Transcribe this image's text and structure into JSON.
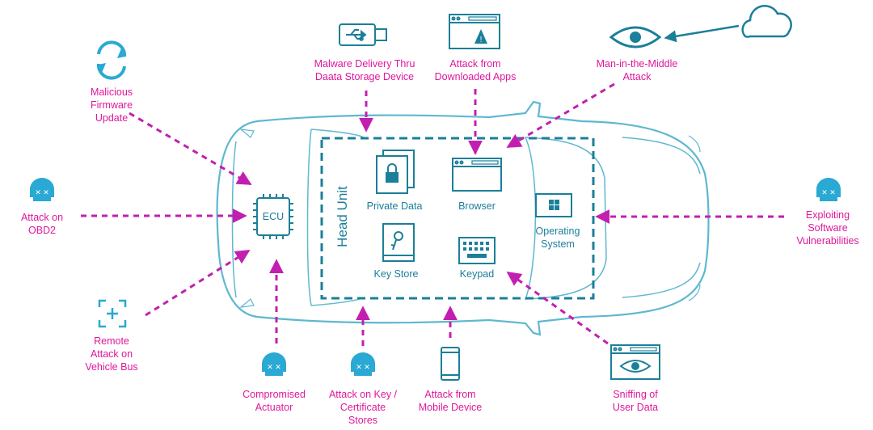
{
  "vehicle": {
    "ecu_label": "ECU",
    "head_unit_label": "Head Unit",
    "components": [
      {
        "id": "private-data",
        "label": "Private Data",
        "icon": "padlock-document-icon"
      },
      {
        "id": "browser",
        "label": "Browser",
        "icon": "browser-window-icon"
      },
      {
        "id": "operating-system",
        "label": "Operating\nSystem",
        "icon": "windows-logo-icon"
      },
      {
        "id": "key-store",
        "label": "Key Store",
        "icon": "key-document-icon"
      },
      {
        "id": "keypad",
        "label": "Keypad",
        "icon": "keyboard-icon"
      }
    ]
  },
  "attacks": [
    {
      "id": "malicious-firmware",
      "label": "Malicious\nFirmware\nUpdate",
      "icon": "refresh-cycle-icon"
    },
    {
      "id": "obd2",
      "label": "Attack on\nOBD2",
      "icon": "skull-icon"
    },
    {
      "id": "vehicle-bus",
      "label": "Remote\nAttack on\nVehicle Bus",
      "icon": "crosshair-plus-icon"
    },
    {
      "id": "compromised-actuator",
      "label": "Compromised\nActuator",
      "icon": "skull-icon"
    },
    {
      "id": "key-certificate",
      "label": "Attack on Key /\nCertificate\nStores",
      "icon": "skull-icon"
    },
    {
      "id": "mobile-device",
      "label": "Attack from\nMobile Device",
      "icon": "smartphone-icon"
    },
    {
      "id": "sniffing",
      "label": "Sniffing of\nUser Data",
      "icon": "eye-window-icon"
    },
    {
      "id": "software-vuln",
      "label": "Exploiting\nSoftware\nVulnerabilities",
      "icon": "skull-icon"
    },
    {
      "id": "mitm",
      "label": "Man-in-the-Middle\nAttack",
      "icon": "eye-icon"
    },
    {
      "id": "downloaded-apps",
      "label": "Attack from\nDownloaded Apps",
      "icon": "warning-window-icon"
    },
    {
      "id": "malware-storage",
      "label": "Malware Delivery Thru\nDaata Storage Device",
      "icon": "usb-drive-icon"
    }
  ],
  "extra_icons": {
    "cloud": "cloud-icon"
  },
  "colors": {
    "accent": "#e0179c",
    "primary": "#1b7f99",
    "outline": "#5fb8d0",
    "icon_fill": "#29a9d4"
  }
}
